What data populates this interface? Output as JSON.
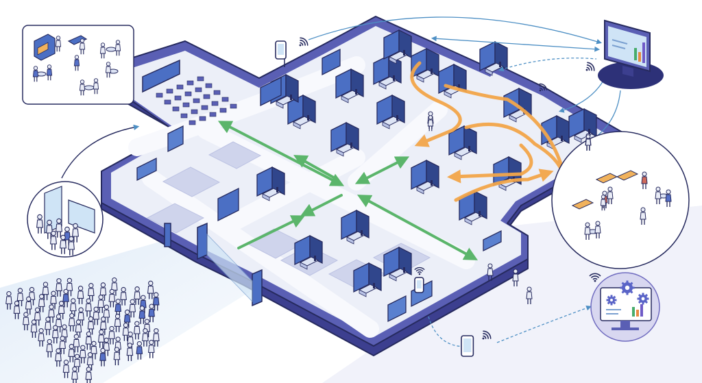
{
  "colors": {
    "background": "#ffffff",
    "floor": "#eceff8",
    "floor_path": "#f8f9fd",
    "wall_top": "#5a5fb4",
    "wall_side": "#3c3f8f",
    "outline": "#262a5e",
    "booth_panel": "#4b6fc4",
    "booth_panel_dark": "#30468c",
    "table": "#dde4f5",
    "highlight_zone": "#cfd4ec",
    "flow_arrow": "#5bb56b",
    "crowd_path": "#f3a64a",
    "link_line": "#4d8fc4",
    "entrance_beam": "#dce9f7",
    "callout_fill": "#eef0fa",
    "person": "#e9ecf6",
    "shirt_blue": "#5570c7",
    "shirt_red": "#cf6a5b",
    "screen": "#cfe4f6",
    "chart_bar_green": "#48ac6b",
    "chart_bar_orange": "#e88a40",
    "chart_bar_purple": "#6f5bc7",
    "gear": "#5a64c7"
  },
  "icons": {
    "monitor": "analytics-monitor-icon",
    "phone": "smartphone-icon",
    "wifi": "wifi-signal-icon",
    "gear": "gear-icon",
    "chart": "bar-chart-icon",
    "person": "visitor-icon"
  },
  "callouts": [
    "food-court-callout",
    "entrance-crowd-callout",
    "lounge-callout",
    "dashboard-callout"
  ],
  "signal_nodes": 4
}
